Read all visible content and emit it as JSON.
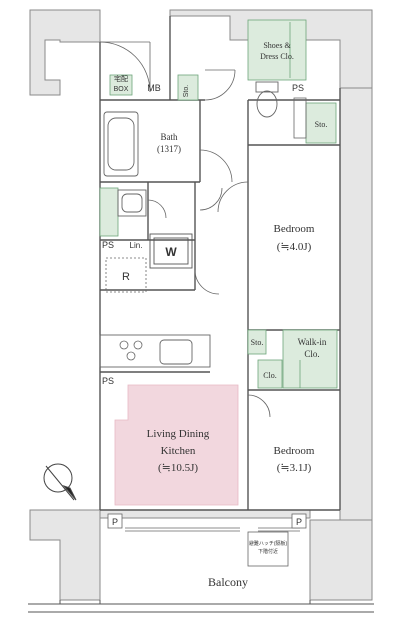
{
  "rooms": {
    "shoes_closet": {
      "line1": "Shoes &",
      "line2": "Dress Clo."
    },
    "mail_box": {
      "line1": "宅配",
      "line2": "BOX"
    },
    "mb": "MB",
    "sto_entry": "Sto.",
    "ps_top": "PS",
    "sto_toilet": "Sto.",
    "bath": {
      "line1": "Bath",
      "line2": "(1317)"
    },
    "ps_wash": "PS",
    "linen": "Lin.",
    "washer": "W",
    "refrigerator": "R",
    "bedroom1": {
      "line1": "Bedroom",
      "line2": "(≒4.0J)"
    },
    "sto_mid": "Sto.",
    "walkin": {
      "line1": "Walk-in",
      "line2": "Clo."
    },
    "clo": "Clo.",
    "ps_kitchen": "PS",
    "ldk": {
      "line1": "Living Dining",
      "line2": "Kitchen",
      "line3": "(≒10.5J)"
    },
    "bedroom2": {
      "line1": "Bedroom",
      "line2": "(≒3.1J)"
    },
    "p_left": "P",
    "p_right": "P",
    "balcony": "Balcony",
    "emergency_note": {
      "line1": "避難ハッチ(隔板)",
      "line2": "下階付近"
    }
  },
  "colors": {
    "wall": "#8a8a8a",
    "wall_fill": "#e6e6e6",
    "storage": "#dcebdd",
    "storage_line": "#6da57a",
    "ldk_fill": "#f2d7de",
    "line": "#555555"
  },
  "icons": [
    "compass-icon",
    "bathtub-icon",
    "toilet-icon",
    "stove-icon",
    "sink-icon",
    "washer-icon"
  ]
}
